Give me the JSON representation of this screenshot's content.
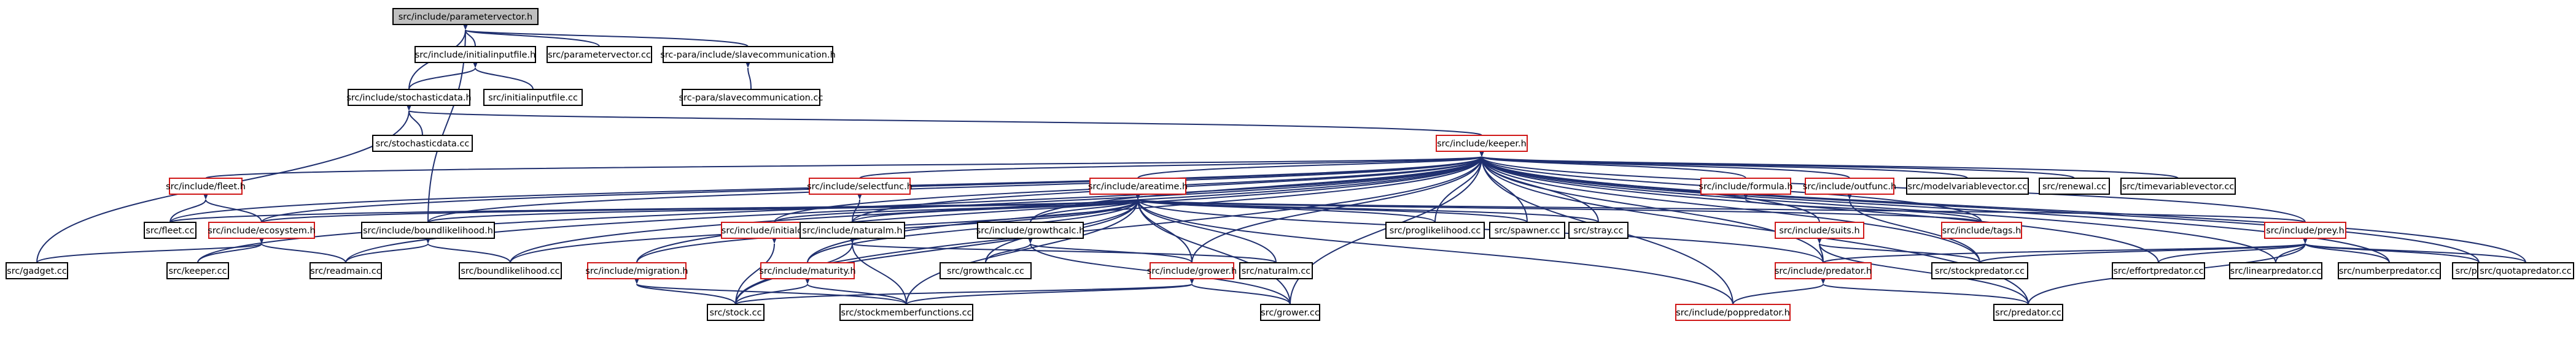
{
  "diagram": {
    "type": "include-dependency-graph",
    "colors": {
      "edge": "#1f2f6e",
      "root_fill": "#bfbfbf",
      "missing_doc_border": "#d01818",
      "normal_border": "#000000",
      "text": "#000000"
    },
    "nodes": [
      {
        "id": "parametervector_h",
        "label": "src/include/parametervector.h",
        "style": "root"
      },
      {
        "id": "initialinputfile_h",
        "label": "src/include/initialinputfile.h",
        "style": "normal"
      },
      {
        "id": "parametervector_cc",
        "label": "src/parametervector.cc",
        "style": "normal"
      },
      {
        "id": "slavecomm_h",
        "label": "src-para/include/slavecommunication.h",
        "style": "normal"
      },
      {
        "id": "stochasticdata_h",
        "label": "src/include/stochasticdata.h",
        "style": "normal"
      },
      {
        "id": "initialinputfile_cc",
        "label": "src/initialinputfile.cc",
        "style": "normal"
      },
      {
        "id": "slavecomm_cc",
        "label": "src-para/slavecommunication.cc",
        "style": "normal"
      },
      {
        "id": "stochasticdata_cc",
        "label": "src/stochasticdata.cc",
        "style": "normal"
      },
      {
        "id": "keeper_h",
        "label": "src/include/keeper.h",
        "style": "red"
      },
      {
        "id": "fleet_h",
        "label": "src/include/fleet.h",
        "style": "red"
      },
      {
        "id": "selectfunc_h",
        "label": "src/include/selectfunc.h",
        "style": "red"
      },
      {
        "id": "areatime_h",
        "label": "src/include/areatime.h",
        "style": "red"
      },
      {
        "id": "formula_h",
        "label": "src/include/formula.h",
        "style": "red"
      },
      {
        "id": "outfunc_h",
        "label": "src/include/outfunc.h",
        "style": "red"
      },
      {
        "id": "modelvariablevector_cc",
        "label": "src/modelvariablevector.cc",
        "style": "normal"
      },
      {
        "id": "renewal_cc",
        "label": "src/renewal.cc",
        "style": "normal"
      },
      {
        "id": "timevariablevector_cc",
        "label": "src/timevariablevector.cc",
        "style": "normal"
      },
      {
        "id": "fleet_cc",
        "label": "src/fleet.cc",
        "style": "normal"
      },
      {
        "id": "ecosystem_h",
        "label": "src/include/ecosystem.h",
        "style": "red"
      },
      {
        "id": "boundlikelihood_h",
        "label": "src/include/boundlikelihood.h",
        "style": "normal"
      },
      {
        "id": "initialcond_h",
        "label": "src/include/initialcond.h",
        "style": "red"
      },
      {
        "id": "naturalm_h",
        "label": "src/include/naturalm.h",
        "style": "normal"
      },
      {
        "id": "growthcalc_h",
        "label": "src/include/growthcalc.h",
        "style": "normal"
      },
      {
        "id": "proglikelihood_cc",
        "label": "src/proglikelihood.cc",
        "style": "normal"
      },
      {
        "id": "spawner_cc",
        "label": "src/spawner.cc",
        "style": "normal"
      },
      {
        "id": "stray_cc",
        "label": "src/stray.cc",
        "style": "normal"
      },
      {
        "id": "suits_h",
        "label": "src/include/suits.h",
        "style": "red"
      },
      {
        "id": "tags_h",
        "label": "src/include/tags.h",
        "style": "red"
      },
      {
        "id": "prey_h",
        "label": "src/include/prey.h",
        "style": "red"
      },
      {
        "id": "gadget_cc",
        "label": "src/gadget.cc",
        "style": "normal"
      },
      {
        "id": "keeper_cc",
        "label": "src/keeper.cc",
        "style": "normal"
      },
      {
        "id": "readmain_cc",
        "label": "src/readmain.cc",
        "style": "normal"
      },
      {
        "id": "boundlikelihood_cc",
        "label": "src/boundlikelihood.cc",
        "style": "normal"
      },
      {
        "id": "migration_h",
        "label": "src/include/migration.h",
        "style": "red"
      },
      {
        "id": "maturity_h",
        "label": "src/include/maturity.h",
        "style": "red"
      },
      {
        "id": "growthcalc_cc",
        "label": "src/growthcalc.cc",
        "style": "normal"
      },
      {
        "id": "grower_h",
        "label": "src/include/grower.h",
        "style": "red"
      },
      {
        "id": "naturalm_cc",
        "label": "src/naturalm.cc",
        "style": "normal"
      },
      {
        "id": "predator_h",
        "label": "src/include/predator.h",
        "style": "red"
      },
      {
        "id": "stockpredator_cc",
        "label": "src/stockpredator.cc",
        "style": "normal"
      },
      {
        "id": "effortpredator_cc",
        "label": "src/effortpredator.cc",
        "style": "normal"
      },
      {
        "id": "linearpredator_cc",
        "label": "src/linearpredator.cc",
        "style": "normal"
      },
      {
        "id": "numberpredator_cc",
        "label": "src/numberpredator.cc",
        "style": "normal"
      },
      {
        "id": "prey_cc",
        "label": "src/prey.cc",
        "style": "normal"
      },
      {
        "id": "quotapredator_cc",
        "label": "src/quotapredator.cc",
        "style": "normal"
      },
      {
        "id": "stock_cc",
        "label": "src/stock.cc",
        "style": "normal"
      },
      {
        "id": "stockmemberfunctions_cc",
        "label": "src/stockmemberfunctions.cc",
        "style": "normal"
      },
      {
        "id": "grower_cc",
        "label": "src/grower.cc",
        "style": "normal"
      },
      {
        "id": "poppredator_h",
        "label": "src/include/poppredator.h",
        "style": "red"
      },
      {
        "id": "predator_cc",
        "label": "src/predator.cc",
        "style": "normal"
      }
    ],
    "edges": [
      [
        "parametervector_h",
        "initialinputfile_h"
      ],
      [
        "parametervector_h",
        "parametervector_cc"
      ],
      [
        "parametervector_h",
        "slavecomm_h"
      ],
      [
        "parametervector_h",
        "stochasticdata_h"
      ],
      [
        "parametervector_h",
        "boundlikelihood_h"
      ],
      [
        "initialinputfile_h",
        "stochasticdata_h"
      ],
      [
        "initialinputfile_h",
        "initialinputfile_cc"
      ],
      [
        "slavecomm_h",
        "slavecomm_cc"
      ],
      [
        "stochasticdata_h",
        "stochasticdata_cc"
      ],
      [
        "stochasticdata_h",
        "keeper_h"
      ],
      [
        "stochasticdata_h",
        "gadget_cc"
      ],
      [
        "keeper_h",
        "fleet_h"
      ],
      [
        "keeper_h",
        "selectfunc_h"
      ],
      [
        "keeper_h",
        "areatime_h"
      ],
      [
        "keeper_h",
        "formula_h"
      ],
      [
        "keeper_h",
        "outfunc_h"
      ],
      [
        "keeper_h",
        "modelvariablevector_cc"
      ],
      [
        "keeper_h",
        "renewal_cc"
      ],
      [
        "keeper_h",
        "timevariablevector_cc"
      ],
      [
        "keeper_h",
        "fleet_cc"
      ],
      [
        "keeper_h",
        "ecosystem_h"
      ],
      [
        "keeper_h",
        "boundlikelihood_h"
      ],
      [
        "keeper_h",
        "initialcond_h"
      ],
      [
        "keeper_h",
        "naturalm_h"
      ],
      [
        "keeper_h",
        "growthcalc_h"
      ],
      [
        "keeper_h",
        "proglikelihood_cc"
      ],
      [
        "keeper_h",
        "spawner_cc"
      ],
      [
        "keeper_h",
        "stray_cc"
      ],
      [
        "keeper_h",
        "suits_h"
      ],
      [
        "keeper_h",
        "tags_h"
      ],
      [
        "keeper_h",
        "prey_h"
      ],
      [
        "keeper_h",
        "keeper_cc"
      ],
      [
        "keeper_h",
        "readmain_cc"
      ],
      [
        "keeper_h",
        "boundlikelihood_cc"
      ],
      [
        "keeper_h",
        "migration_h"
      ],
      [
        "keeper_h",
        "maturity_h"
      ],
      [
        "keeper_h",
        "grower_h"
      ],
      [
        "keeper_h",
        "predator_h"
      ],
      [
        "keeper_h",
        "stockpredator_cc"
      ],
      [
        "keeper_h",
        "effortpredator_cc"
      ],
      [
        "keeper_h",
        "linearpredator_cc"
      ],
      [
        "keeper_h",
        "numberpredator_cc"
      ],
      [
        "keeper_h",
        "prey_cc"
      ],
      [
        "keeper_h",
        "quotapredator_cc"
      ],
      [
        "keeper_h",
        "stock_cc"
      ],
      [
        "keeper_h",
        "grower_cc"
      ],
      [
        "keeper_h",
        "poppredator_h"
      ],
      [
        "keeper_h",
        "predator_cc"
      ],
      [
        "fleet_h",
        "fleet_cc"
      ],
      [
        "fleet_h",
        "ecosystem_h"
      ],
      [
        "selectfunc_h",
        "naturalm_h"
      ],
      [
        "areatime_h",
        "fleet_cc"
      ],
      [
        "areatime_h",
        "ecosystem_h"
      ],
      [
        "areatime_h",
        "boundlikelihood_h"
      ],
      [
        "areatime_h",
        "initialcond_h"
      ],
      [
        "areatime_h",
        "naturalm_h"
      ],
      [
        "areatime_h",
        "growthcalc_h"
      ],
      [
        "areatime_h",
        "proglikelihood_cc"
      ],
      [
        "areatime_h",
        "spawner_cc"
      ],
      [
        "areatime_h",
        "stray_cc"
      ],
      [
        "areatime_h",
        "tags_h"
      ],
      [
        "areatime_h",
        "prey_h"
      ],
      [
        "areatime_h",
        "boundlikelihood_cc"
      ],
      [
        "areatime_h",
        "migration_h"
      ],
      [
        "areatime_h",
        "maturity_h"
      ],
      [
        "areatime_h",
        "growthcalc_cc"
      ],
      [
        "areatime_h",
        "grower_h"
      ],
      [
        "areatime_h",
        "naturalm_cc"
      ],
      [
        "areatime_h",
        "predator_h"
      ],
      [
        "areatime_h",
        "stock_cc"
      ],
      [
        "areatime_h",
        "stockmemberfunctions_cc"
      ],
      [
        "areatime_h",
        "grower_cc"
      ],
      [
        "areatime_h",
        "poppredator_h"
      ],
      [
        "formula_h",
        "tags_h"
      ],
      [
        "outfunc_h",
        "stockpredator_cc"
      ],
      [
        "ecosystem_h",
        "gadget_cc"
      ],
      [
        "ecosystem_h",
        "keeper_cc"
      ],
      [
        "ecosystem_h",
        "readmain_cc"
      ],
      [
        "boundlikelihood_h",
        "readmain_cc"
      ],
      [
        "boundlikelihood_h",
        "boundlikelihood_cc"
      ],
      [
        "initialcond_h",
        "stock_cc"
      ],
      [
        "naturalm_h",
        "naturalm_cc"
      ],
      [
        "naturalm_h",
        "stock_cc"
      ],
      [
        "naturalm_h",
        "stockmemberfunctions_cc"
      ],
      [
        "growthcalc_h",
        "growthcalc_cc"
      ],
      [
        "growthcalc_h",
        "grower_h"
      ],
      [
        "growthcalc_h",
        "grower_cc"
      ],
      [
        "suits_h",
        "predator_h"
      ],
      [
        "suits_h",
        "stockpredator_cc"
      ],
      [
        "suits_h",
        "predator_cc"
      ],
      [
        "prey_h",
        "predator_h"
      ],
      [
        "prey_h",
        "stockpredator_cc"
      ],
      [
        "prey_h",
        "effortpredator_cc"
      ],
      [
        "prey_h",
        "linearpredator_cc"
      ],
      [
        "prey_h",
        "numberpredator_cc"
      ],
      [
        "prey_h",
        "prey_cc"
      ],
      [
        "prey_h",
        "quotapredator_cc"
      ],
      [
        "prey_h",
        "predator_cc"
      ],
      [
        "migration_h",
        "stock_cc"
      ],
      [
        "migration_h",
        "stockmemberfunctions_cc"
      ],
      [
        "maturity_h",
        "stock_cc"
      ],
      [
        "maturity_h",
        "stockmemberfunctions_cc"
      ],
      [
        "grower_h",
        "stock_cc"
      ],
      [
        "grower_h",
        "stockmemberfunctions_cc"
      ],
      [
        "grower_h",
        "grower_cc"
      ],
      [
        "predator_h",
        "poppredator_h"
      ],
      [
        "predator_h",
        "predator_cc"
      ]
    ]
  }
}
